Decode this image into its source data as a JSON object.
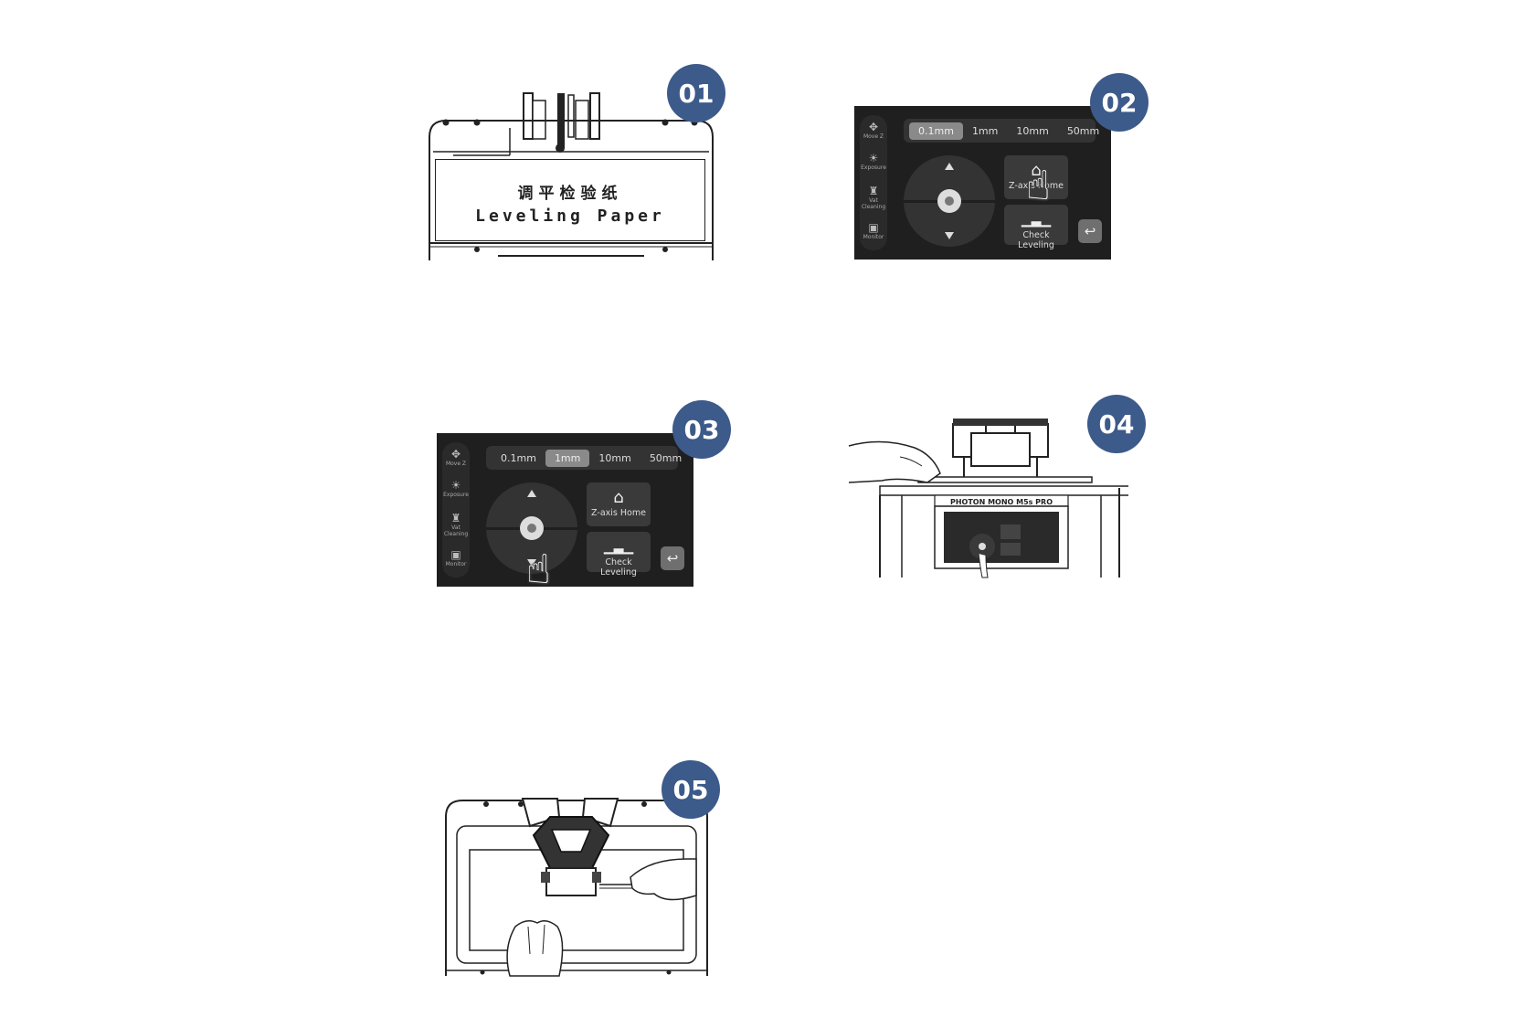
{
  "steps": [
    {
      "number": "01"
    },
    {
      "number": "02"
    },
    {
      "number": "03"
    },
    {
      "number": "04"
    },
    {
      "number": "05"
    }
  ],
  "paper": {
    "cn": "调平检验纸",
    "en": "Leveling Paper"
  },
  "screen": {
    "rail": [
      "Move Z",
      "Exposure",
      "Vat Cleaning",
      "Monitor"
    ],
    "steps": [
      "0.1mm",
      "1mm",
      "10mm",
      "50mm"
    ],
    "step02_active": "0.1mm",
    "step03_active": "1mm",
    "home_label": "Z-axis Home",
    "check_label": "Check Leveling",
    "icons": {
      "home": "home-icon",
      "check": "leveling-icon",
      "back": "back-icon"
    }
  },
  "printer_label": "PHOTON MONO M5s PRO",
  "colors": {
    "badge": "#3c5a8a",
    "screen_bg": "#1f1f1f"
  }
}
